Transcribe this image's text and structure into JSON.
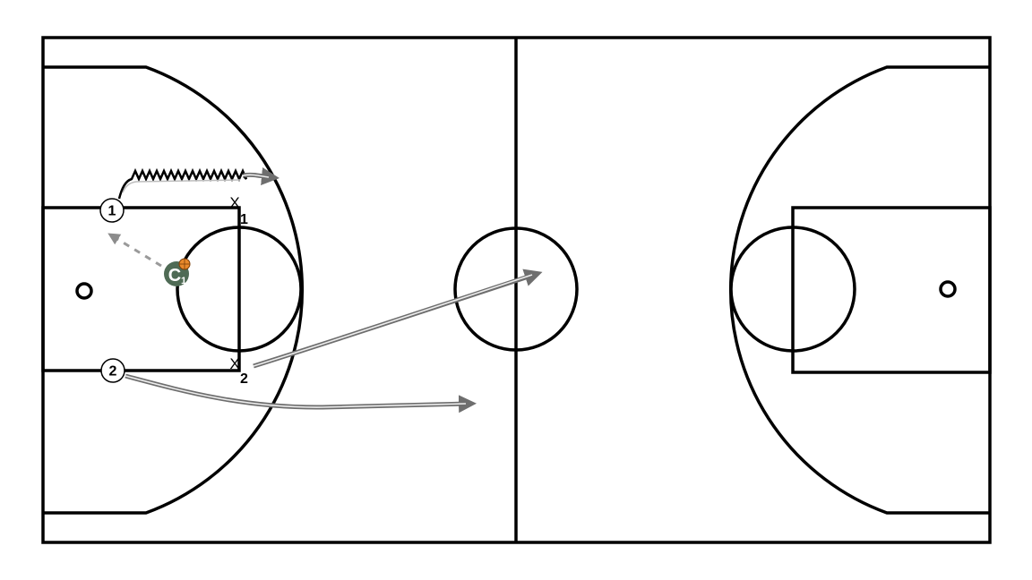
{
  "diagram": {
    "type": "basketball-half-court-play",
    "colors": {
      "court_lines": "#000000",
      "movement_arrow": "#6e6e6e",
      "coach_fill": "#4f6b55",
      "ball": "#e8892b"
    },
    "offense": [
      {
        "id": "player-1",
        "label": "1"
      },
      {
        "id": "player-2",
        "label": "2"
      }
    ],
    "defense": [
      {
        "id": "defender-1",
        "mark": "X",
        "number": "1"
      },
      {
        "id": "defender-2",
        "mark": "X",
        "number": "2"
      }
    ],
    "coach": {
      "mark": "C",
      "number": "1",
      "has_ball": true
    },
    "actions": [
      {
        "type": "dribble",
        "who": "1"
      },
      {
        "type": "pass",
        "from": "C1",
        "to": "1"
      },
      {
        "type": "cut",
        "who": "X2"
      },
      {
        "type": "cut",
        "who": "2"
      }
    ]
  }
}
